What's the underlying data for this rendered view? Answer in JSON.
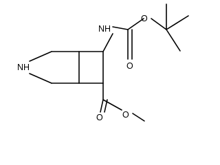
{
  "molecule": {
    "atom_labels": {
      "ring_nh": "NH",
      "carbamate_nh": "NH",
      "carbamate_carbonyl_o": "O",
      "carbamate_ester_o": "O",
      "ester_carbonyl_o": "O",
      "ester_o": "O"
    }
  }
}
